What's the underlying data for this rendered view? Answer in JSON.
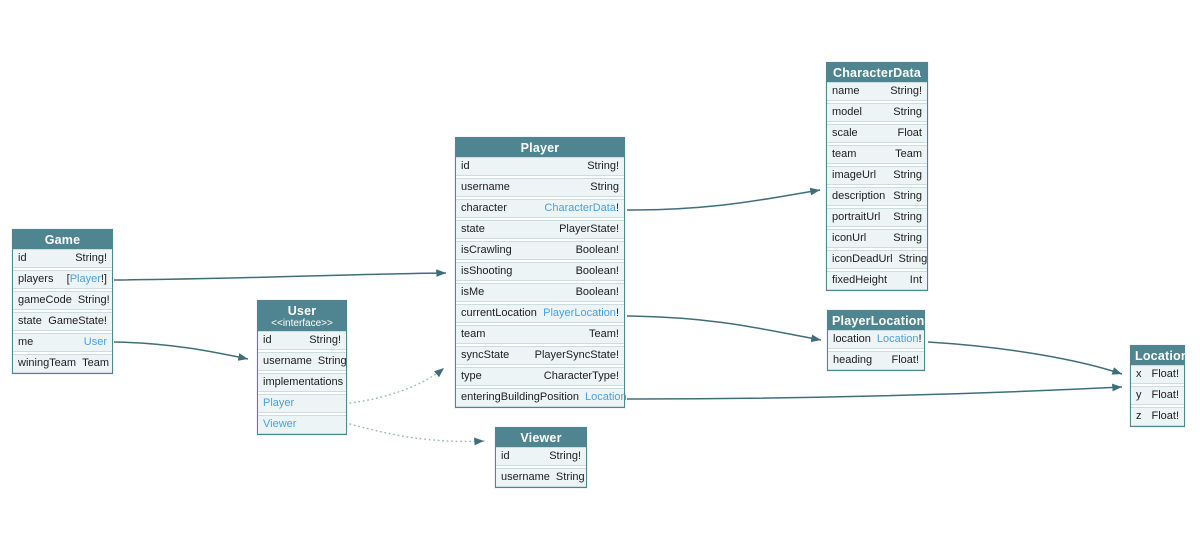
{
  "diagram": {
    "colors": {
      "node_header_bg": "#4f8591",
      "node_header_text": "#ffffff",
      "row_bg": "#edf4f6",
      "row_border": "#ccdde2",
      "field_text": "#1c1c1c",
      "type_link": "#4aa1e0",
      "edge_solid": "#3f6e7a",
      "edge_dotted": "#9cb9c1"
    },
    "nodes": [
      {
        "title": "Game",
        "fields": [
          {
            "name": "id",
            "t": "String!"
          },
          {
            "name": "players",
            "tpre": "[",
            "tlink": "Player",
            "tsuf": "!]"
          },
          {
            "name": "gameCode",
            "t": "String!"
          },
          {
            "name": "state",
            "t": "GameState!"
          },
          {
            "name": "me",
            "tlink": "User"
          },
          {
            "name": "winingTeam",
            "t": "Team"
          }
        ]
      },
      {
        "title": "User",
        "subtitle": "<<interface>>",
        "fields": [
          {
            "name": "id",
            "t": "String!"
          },
          {
            "name": "username",
            "t": "String"
          },
          {
            "name": "implementations"
          },
          {
            "name": "Player",
            "name_link": true
          },
          {
            "name": "Viewer",
            "name_link": true
          }
        ]
      },
      {
        "title": "Player",
        "fields": [
          {
            "name": "id",
            "t": "String!"
          },
          {
            "name": "username",
            "t": "String"
          },
          {
            "name": "character",
            "tlink": "CharacterData",
            "tsuf": "!"
          },
          {
            "name": "state",
            "t": "PlayerState!"
          },
          {
            "name": "isCrawling",
            "t": "Boolean!"
          },
          {
            "name": "isShooting",
            "t": "Boolean!"
          },
          {
            "name": "isMe",
            "t": "Boolean!"
          },
          {
            "name": "currentLocation",
            "tlink": "PlayerLocation",
            "tsuf": "!"
          },
          {
            "name": "team",
            "t": "Team!"
          },
          {
            "name": "syncState",
            "t": "PlayerSyncState!"
          },
          {
            "name": "type",
            "t": "CharacterType!"
          },
          {
            "name": "enteringBuildingPosition",
            "tlink": "Location"
          }
        ]
      },
      {
        "title": "Viewer",
        "fields": [
          {
            "name": "id",
            "t": "String!"
          },
          {
            "name": "username",
            "t": "String"
          }
        ]
      },
      {
        "title": "CharacterData",
        "fields": [
          {
            "name": "name",
            "t": "String!"
          },
          {
            "name": "model",
            "t": "String"
          },
          {
            "name": "scale",
            "t": "Float"
          },
          {
            "name": "team",
            "t": "Team"
          },
          {
            "name": "imageUrl",
            "t": "String"
          },
          {
            "name": "description",
            "t": "String"
          },
          {
            "name": "portraitUrl",
            "t": "String"
          },
          {
            "name": "iconUrl",
            "t": "String"
          },
          {
            "name": "iconDeadUrl",
            "t": "String"
          },
          {
            "name": "fixedHeight",
            "t": "Int"
          }
        ]
      },
      {
        "title": "PlayerLocation",
        "fields": [
          {
            "name": "location",
            "tlink": "Location",
            "tsuf": "!"
          },
          {
            "name": "heading",
            "t": "Float!"
          }
        ]
      },
      {
        "title": "Location",
        "fields": [
          {
            "name": "x",
            "t": "Float!"
          },
          {
            "name": "y",
            "t": "Float!"
          },
          {
            "name": "z",
            "t": "Float!"
          }
        ]
      }
    ],
    "edges": [
      {
        "from": "Game.players",
        "to": "Player",
        "style": "solid"
      },
      {
        "from": "Game.me",
        "to": "User",
        "style": "solid"
      },
      {
        "from": "Player.character",
        "to": "CharacterData",
        "style": "solid"
      },
      {
        "from": "Player.currentLocation",
        "to": "PlayerLocation",
        "style": "solid"
      },
      {
        "from": "Player.enteringBuildingPosition",
        "to": "Location",
        "style": "solid"
      },
      {
        "from": "PlayerLocation.location",
        "to": "Location",
        "style": "solid"
      },
      {
        "from": "User.Player",
        "to": "Player",
        "style": "dotted"
      },
      {
        "from": "User.Viewer",
        "to": "Viewer",
        "style": "dotted"
      }
    ]
  }
}
